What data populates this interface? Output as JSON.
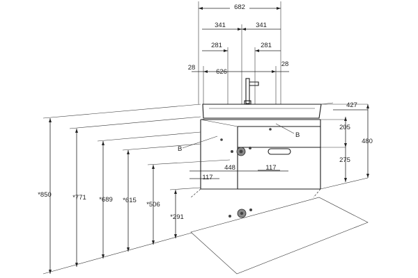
{
  "dimensions": {
    "top_width": "682",
    "top_half_left": "341",
    "top_half_right": "341",
    "offset_left": "281",
    "offset_right": "281",
    "inner_width": "626",
    "edge_left": "28",
    "edge_right": "28",
    "depth": "427",
    "drawer_top": "205",
    "drawer_bottom": "275",
    "total_height": "480",
    "hole_span": "448",
    "small_left": "117",
    "small_right": "117",
    "h850": "*850",
    "h771": "*771",
    "h689": "*689",
    "h615": "*615",
    "h506": "*506",
    "h291": "*291"
  },
  "labels": {
    "b_left": "B",
    "b_right": "B"
  },
  "colors": {
    "line": "#222222",
    "hole_fill": "#8a8a8a"
  }
}
